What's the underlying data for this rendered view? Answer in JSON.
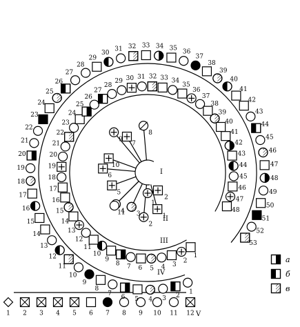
{
  "generations": [
    "I",
    "II",
    "III",
    "IV",
    "V"
  ],
  "legend": [
    {
      "pattern": "half-solid-right",
      "label": "а"
    },
    {
      "pattern": "half-solid-left",
      "label": "б"
    },
    {
      "pattern": "half-hatched",
      "label": "в"
    }
  ],
  "individual_numbers": {
    "I": [
      "1",
      "2"
    ],
    "II": [
      "1",
      "2",
      "3",
      "4",
      "5",
      "6",
      "7",
      "8",
      "9",
      "10",
      "11"
    ],
    "III": [
      "1",
      "2",
      "3",
      "4",
      "5",
      "6",
      "7",
      "8",
      "9",
      "10",
      "11",
      "12",
      "13",
      "14",
      "15",
      "16",
      "17",
      "18",
      "19",
      "20",
      "21",
      "22",
      "23",
      "24",
      "25",
      "26",
      "27",
      "28",
      "29",
      "30",
      "31",
      "32",
      "33",
      "34",
      "35",
      "36",
      "37",
      "38",
      "39",
      "40",
      "41",
      "42",
      "43",
      "44",
      "45",
      "46",
      "47",
      "48"
    ],
    "IV": [
      "1",
      "2",
      "3",
      "4",
      "5",
      "6",
      "7",
      "8",
      "9",
      "10",
      "11",
      "12",
      "13",
      "14",
      "15",
      "16",
      "17",
      "18",
      "19",
      "20",
      "21",
      "22",
      "23",
      "24",
      "25",
      "26",
      "27",
      "28",
      "29",
      "30",
      "31",
      "32",
      "33",
      "34",
      "35",
      "36",
      "37",
      "38",
      "39",
      "40",
      "41",
      "42",
      "43",
      "44",
      "45",
      "46",
      "47",
      "48",
      "49",
      "50",
      "51",
      "52",
      "53"
    ],
    "V": [
      "1",
      "2",
      "3",
      "4",
      "5",
      "6",
      "7",
      "8",
      "9",
      "10",
      "11",
      "12"
    ]
  }
}
